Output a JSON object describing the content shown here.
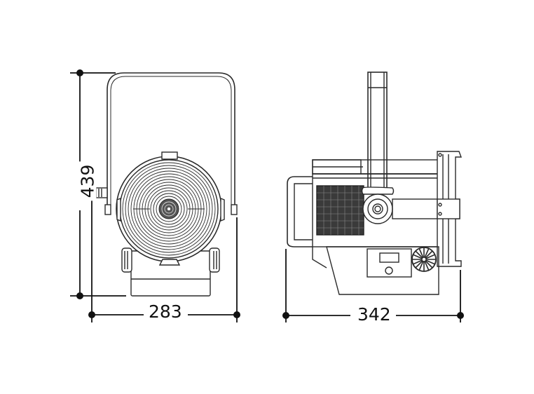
{
  "diagram": {
    "subject": "Fresnel spotlight dimension drawing",
    "views": [
      {
        "name": "front-view",
        "description": "Front view with fresnel lens, yoke bracket and side knobs"
      },
      {
        "name": "side-view",
        "description": "Side view with vertical yoke arm, ventilation grille, display panel, fan and barn-door frame"
      }
    ],
    "dimensions": {
      "height_front": "439",
      "width_front": "283",
      "depth_side": "342"
    },
    "colors": {
      "line": "#2a2a2a",
      "grille": "#3a3a3a",
      "background": "#ffffff"
    }
  }
}
